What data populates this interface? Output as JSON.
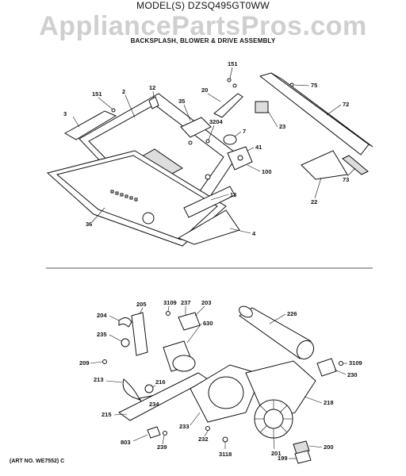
{
  "header": {
    "model": "MODEL(S) DZSQ495GT0WW",
    "watermark": "AppliancePartsPros.com",
    "section_title": "BACKSPLASH, BLOWER & DRIVE ASSEMBLY"
  },
  "footer": {
    "art_number": "(ART NO. WE7552) C"
  },
  "callouts_top": [
    "151",
    "2",
    "12",
    "35",
    "20",
    "151",
    "75",
    "3",
    "3204",
    "7",
    "72",
    "41",
    "23",
    "100",
    "73",
    "22",
    "13",
    "36",
    "4"
  ],
  "callouts_bottom": [
    "3109",
    "237",
    "203",
    "205",
    "204",
    "630",
    "226",
    "235",
    "209",
    "3109",
    "230",
    "213",
    "216",
    "234",
    "218",
    "215",
    "233",
    "232",
    "803",
    "239",
    "3118",
    "201",
    "200",
    "199"
  ]
}
